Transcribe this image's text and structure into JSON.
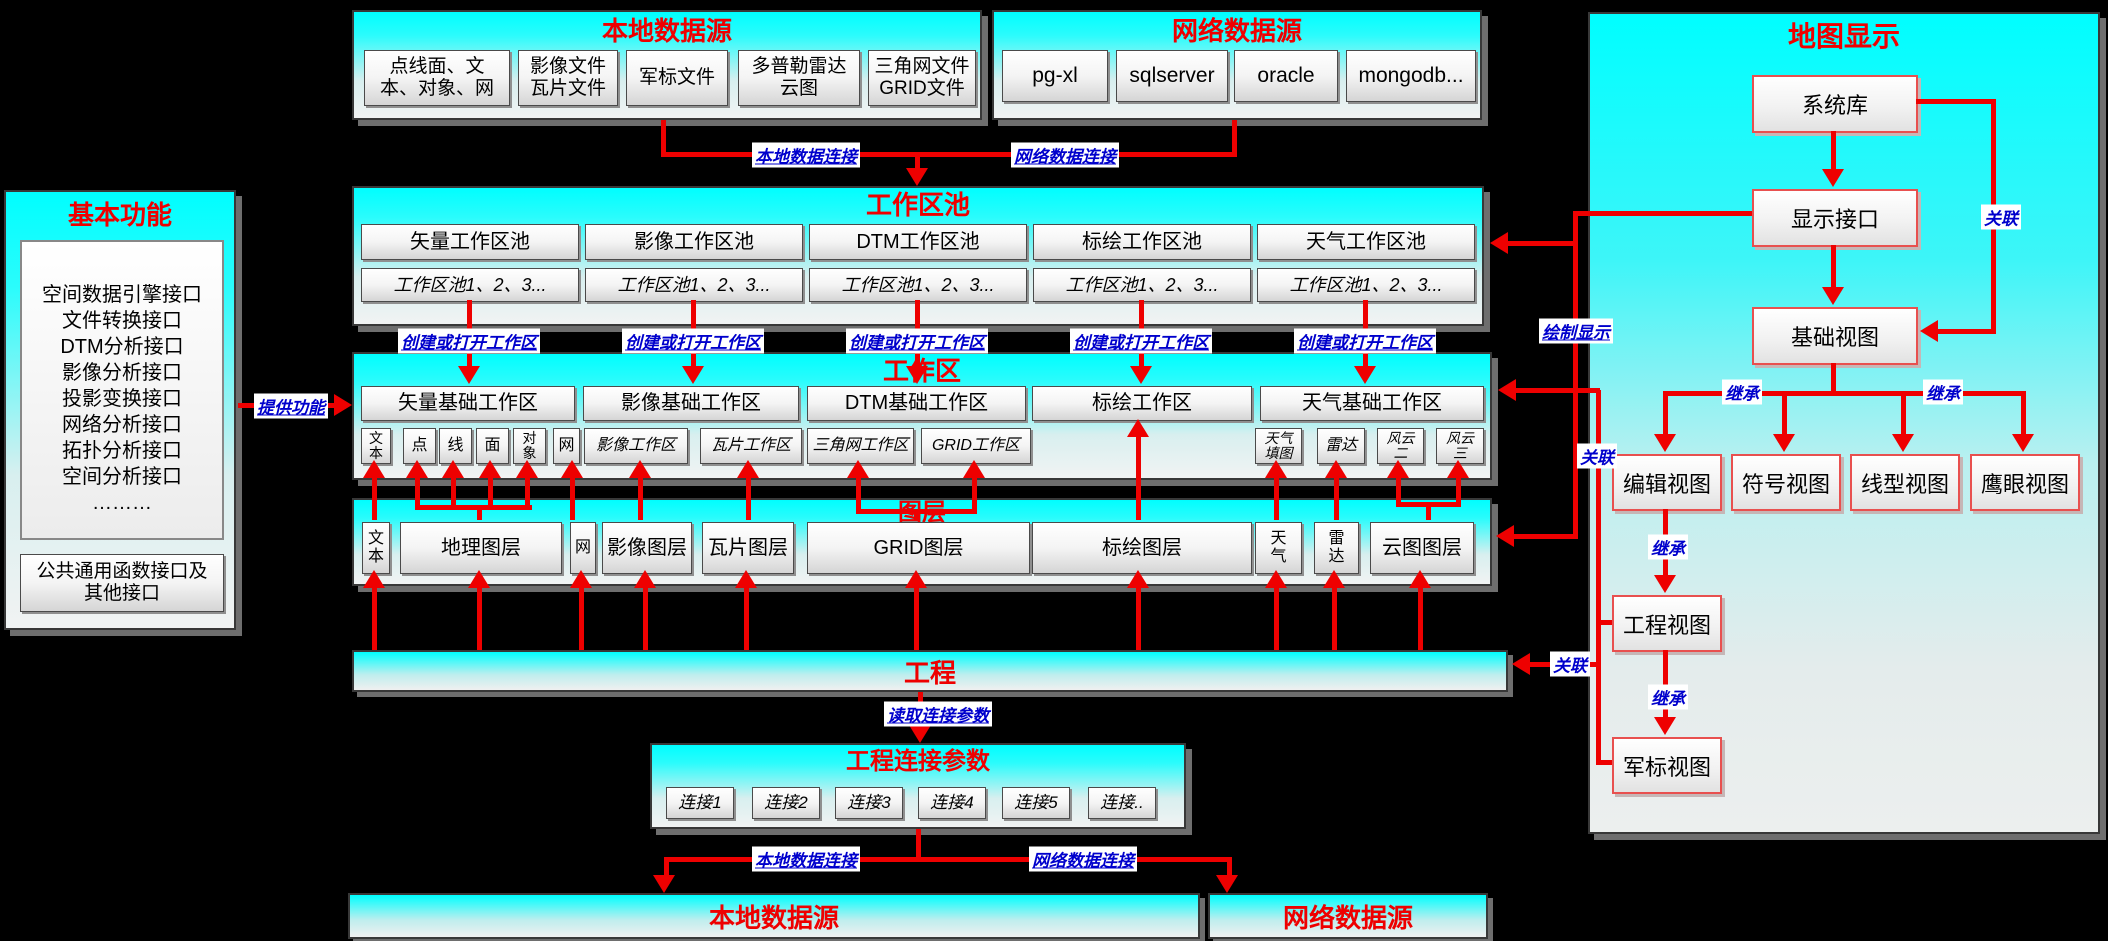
{
  "colors": {
    "accent_red": "#ee0000",
    "label_blue": "#0000cc",
    "panel_cyan": "#00ffff"
  },
  "top_local": {
    "title": "本地数据源",
    "items": [
      "点线面、文\n本、对象、网",
      "影像文件\n瓦片文件",
      "军标文件",
      "多普勒雷达\n云图",
      "三角网文件\nGRID文件"
    ]
  },
  "top_net": {
    "title": "网络数据源",
    "items": [
      "pg-xl",
      "sqlserver",
      "oracle",
      "mongodb..."
    ]
  },
  "basic": {
    "title": "基本功能",
    "lines": "空间数据引擎接口\n文件转换接口\nDTM分析接口\n影像分析接口\n投影变换接口\n网络分析接口\n拓扑分析接口\n空间分析接口\n………",
    "bottom": "公共通用函数接口及\n其他接口"
  },
  "pool": {
    "title": "工作区池",
    "cols": [
      "矢量工作区池",
      "影像工作区池",
      "DTM工作区池",
      "标绘工作区池",
      "天气工作区池"
    ],
    "sub": "工作区池1、2、3..."
  },
  "ws": {
    "title": "工作区",
    "cols": [
      "矢量基础工作区",
      "影像基础工作区",
      "DTM基础工作区",
      "标绘工作区",
      "天气基础工作区"
    ],
    "sub": [
      "文\n本",
      "点",
      "线",
      "面",
      "对\n象",
      "网",
      "影像工作区",
      "瓦片工作区",
      "三角网工作区",
      "GRID工作区",
      "天气\n填图",
      "雷达",
      "风云\n二",
      "风云\n三"
    ]
  },
  "layers": {
    "title": "图层",
    "items": [
      "文\n本",
      "地理图层",
      "网",
      "影像图层",
      "瓦片图层",
      "GRID图层",
      "标绘图层",
      "天\n气",
      "雷\n达",
      "云图图层"
    ]
  },
  "proj": {
    "title": "工程"
  },
  "pp": {
    "title": "工程连接参数",
    "items": [
      "连接1",
      "连接2",
      "连接3",
      "连接4",
      "连接5",
      "连接.."
    ]
  },
  "bot_local": {
    "title": "本地数据源"
  },
  "bot_net": {
    "title": "网络数据源"
  },
  "map": {
    "title": "地图显示",
    "syslib": "系统库",
    "disp": "显示接口",
    "base": "基础视图",
    "edit": "编辑视图",
    "sym": "符号视图",
    "line": "线型视图",
    "eagle": "鹰眼视图",
    "projv": "工程视图",
    "mil": "军标视图"
  },
  "lbl": {
    "local_conn": "本地数据连接",
    "net_conn": "网络数据连接",
    "create_open": "创建或打开工作区",
    "provide": "提供功能",
    "draw": "绘制显示",
    "assoc": "关联",
    "inherit": "继承",
    "read": "读取连接参数"
  }
}
